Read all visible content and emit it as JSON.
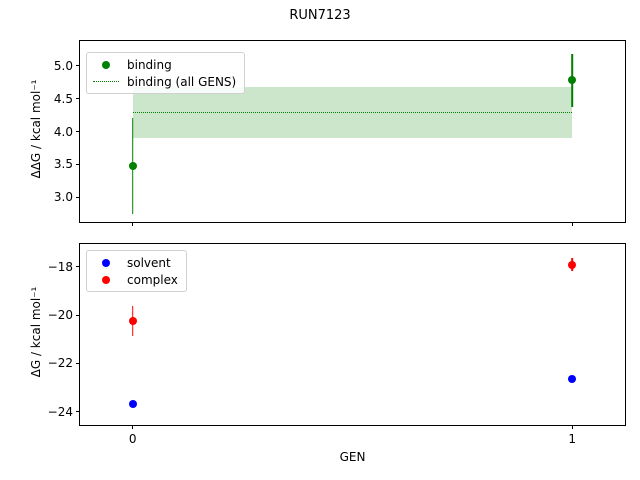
{
  "figure": {
    "title": "RUN7123",
    "xlabel": "GEN"
  },
  "colors": {
    "binding": "#008000",
    "solvent": "#0000ff",
    "complex": "#ff0000",
    "axis": "#000000",
    "background": "#ffffff"
  },
  "chart_data": [
    {
      "type": "scatter",
      "panel": "top",
      "title": "RUN7123",
      "xlabel": "",
      "ylabel": "ΔΔG / kcal mol⁻¹",
      "x": [
        0,
        1
      ],
      "xticklabels": [
        "0",
        "1"
      ],
      "xlim": [
        -0.12,
        1.12
      ],
      "ylim": [
        2.62,
        5.38
      ],
      "yticks": [
        3.0,
        3.5,
        4.0,
        4.5,
        5.0
      ],
      "yticklabels": [
        "3.0",
        "3.5",
        "4.0",
        "4.5",
        "5.0"
      ],
      "grid": false,
      "legend_position": "upper left",
      "series": [
        {
          "name": "binding",
          "style": "marker-errorbar",
          "color": "#008000",
          "values": [
            3.47,
            4.78
          ],
          "yerr": [
            0.73,
            0.4
          ]
        },
        {
          "name": "binding (all GENS)",
          "style": "dotted-band",
          "color": "#008000",
          "mean": 4.29,
          "band_low": 3.9,
          "band_high": 4.68
        }
      ]
    },
    {
      "type": "scatter",
      "panel": "bottom",
      "title": "",
      "xlabel": "GEN",
      "ylabel": "ΔG / kcal mol⁻¹",
      "x": [
        0,
        1
      ],
      "xticklabels": [
        "0",
        "1"
      ],
      "xlim": [
        -0.12,
        1.12
      ],
      "ylim": [
        -24.55,
        -17.05
      ],
      "yticks": [
        -24,
        -22,
        -20,
        -18
      ],
      "yticklabels": [
        "−24",
        "−22",
        "−20",
        "−18"
      ],
      "grid": false,
      "legend_position": "upper left",
      "series": [
        {
          "name": "solvent",
          "style": "marker-errorbar",
          "color": "#0000ff",
          "values": [
            -23.7,
            -22.65
          ],
          "yerr": [
            0.12,
            0.12
          ]
        },
        {
          "name": "complex",
          "style": "marker-errorbar",
          "color": "#ff0000",
          "values": [
            -20.25,
            -17.9
          ],
          "yerr": [
            0.62,
            0.28
          ]
        }
      ]
    }
  ],
  "legend_top": {
    "items": [
      {
        "label": "binding",
        "marker": "dot",
        "color": "#008000"
      },
      {
        "label": "binding (all GENS)",
        "marker": "dotted-line",
        "color": "#008000"
      }
    ]
  },
  "legend_bottom": {
    "items": [
      {
        "label": "solvent",
        "marker": "dot",
        "color": "#0000ff"
      },
      {
        "label": "complex",
        "marker": "dot",
        "color": "#ff0000"
      }
    ]
  }
}
